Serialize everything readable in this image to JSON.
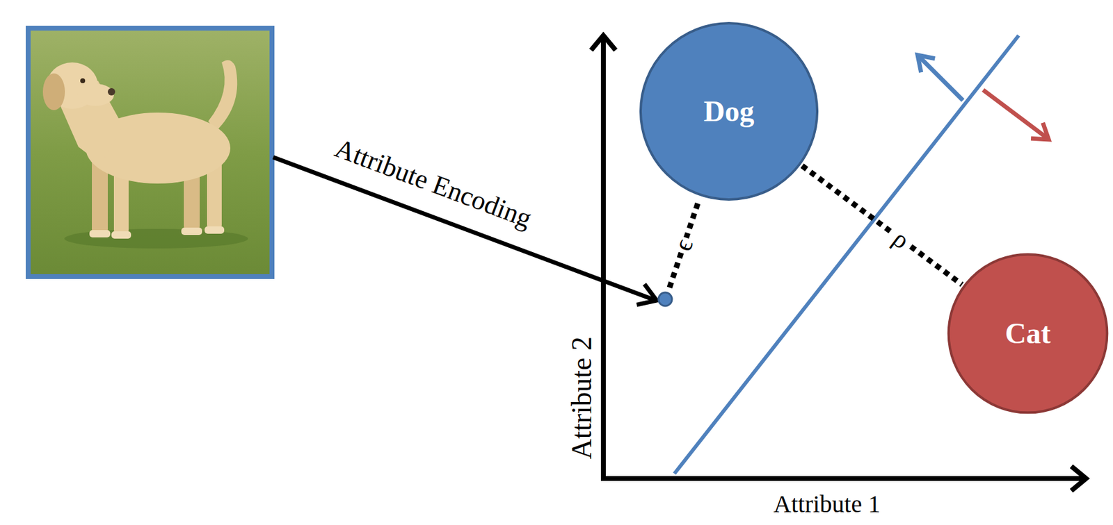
{
  "diagram": {
    "nodes": [
      {
        "text": [
          "Dog"
        ]
      },
      {
        "text": [
          "Cat"
        ]
      }
    ],
    "edges": [
      {
        "from": 0,
        "to": 1,
        "arrow": "none",
        "label": "ρ"
      }
    ],
    "labels": [
      "Attribute Encoding",
      "ϵ",
      "Attribute 2",
      "Attribute 1"
    ]
  }
}
